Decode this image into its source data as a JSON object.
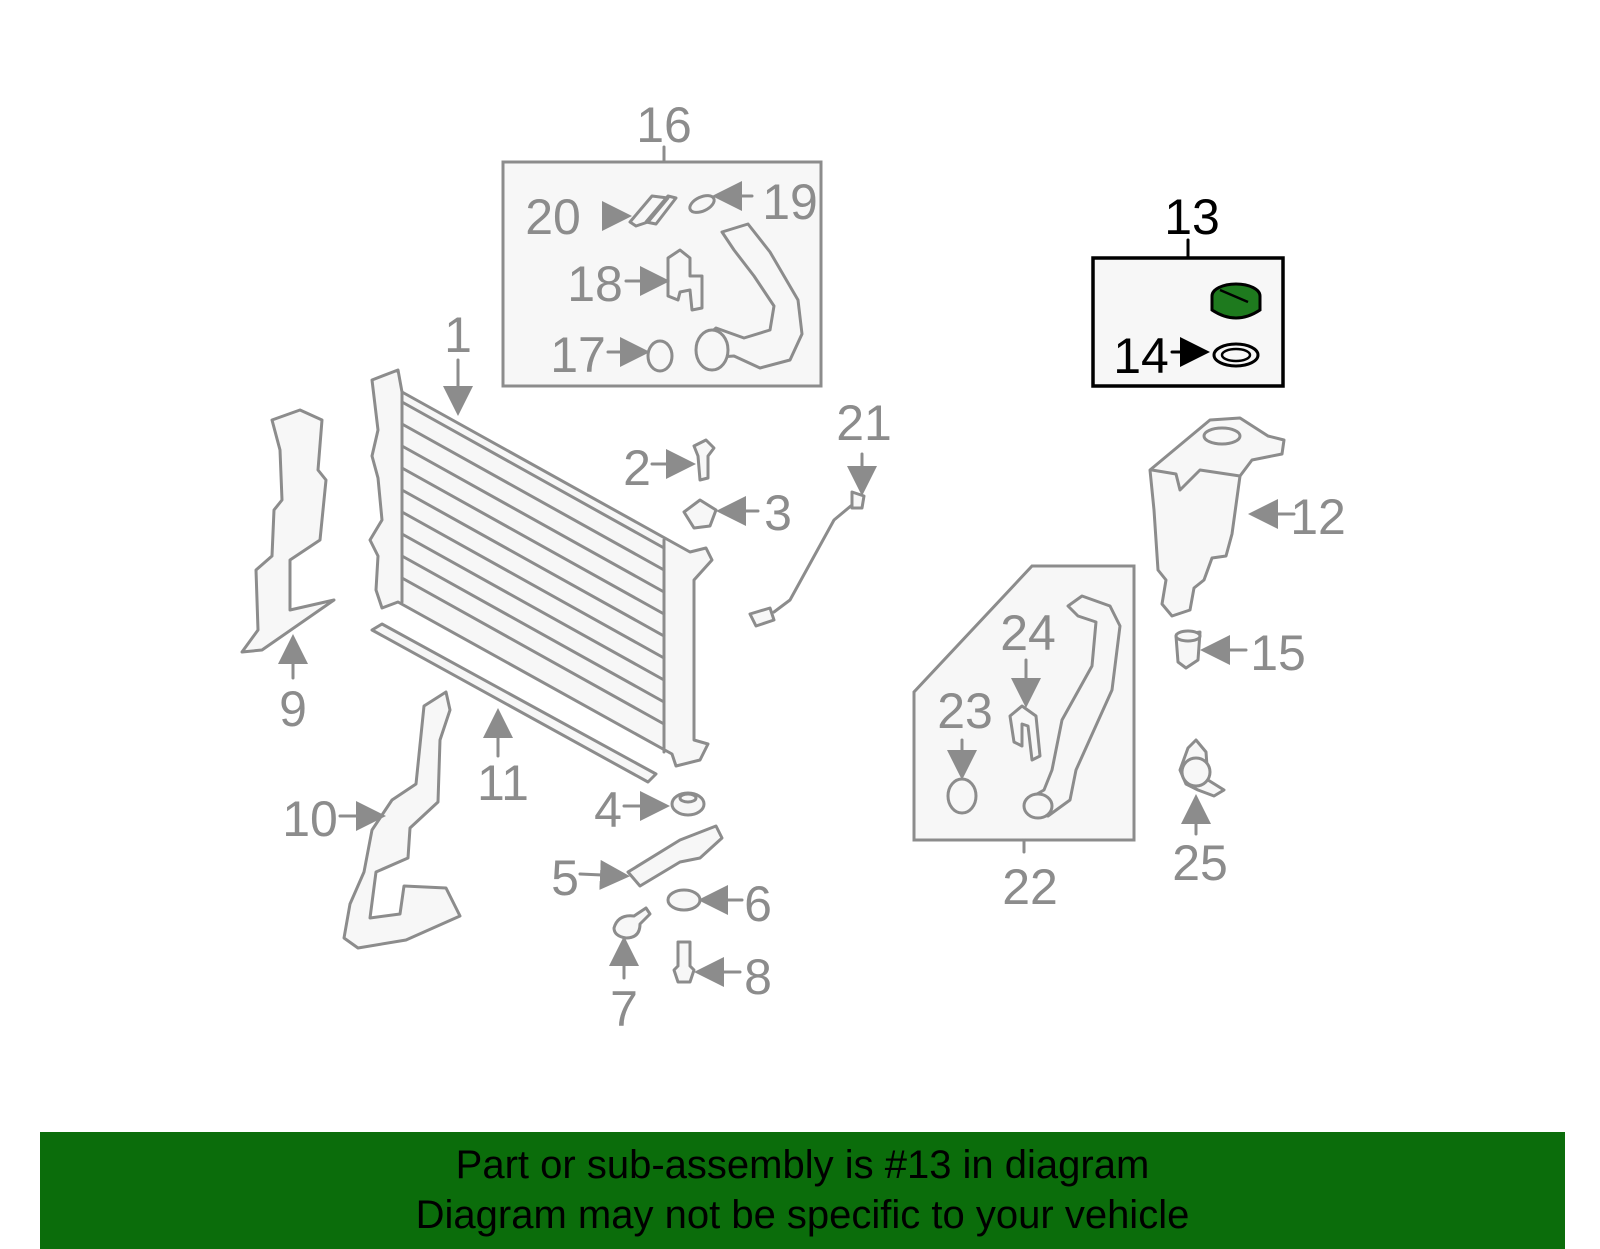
{
  "highlight_color": "#1e7a1e",
  "banner_color": "#0b6d0b",
  "callout_color": "#8c8c8c",
  "highlighted_part": "13",
  "callouts": {
    "c1": "1",
    "c2": "2",
    "c3": "3",
    "c4": "4",
    "c5": "5",
    "c6": "6",
    "c7": "7",
    "c8": "8",
    "c9": "9",
    "c10": "10",
    "c11": "11",
    "c12": "12",
    "c13": "13",
    "c14": "14",
    "c15": "15",
    "c16": "16",
    "c17": "17",
    "c18": "18",
    "c19": "19",
    "c20": "20",
    "c21": "21",
    "c22": "22",
    "c23": "23",
    "c24": "24",
    "c25": "25"
  },
  "banner": {
    "line1": "Part or sub-assembly is #13 in diagram",
    "line2": "Diagram may not be specific to your vehicle"
  }
}
